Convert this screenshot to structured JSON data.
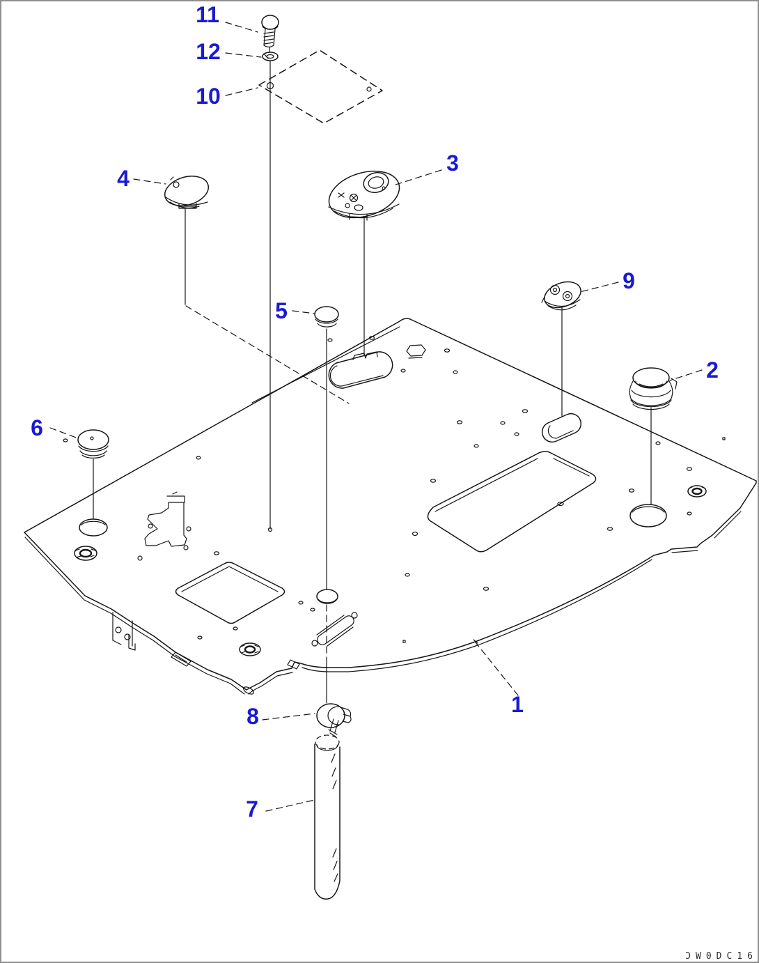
{
  "page": {
    "background": "#ffffff",
    "frame_color": "#8f8f8f"
  },
  "drawing": {
    "type": "exploded-parts-diagram",
    "line_color": "#161616",
    "label_color": "#1a1ad1",
    "code_text": "ƆW0DC16",
    "callouts": [
      {
        "label": "1"
      },
      {
        "label": "2"
      },
      {
        "label": "3"
      },
      {
        "label": "4"
      },
      {
        "label": "5"
      },
      {
        "label": "6"
      },
      {
        "label": "7"
      },
      {
        "label": "8"
      },
      {
        "label": "9"
      },
      {
        "label": "10"
      },
      {
        "label": "11"
      },
      {
        "label": "12"
      }
    ]
  }
}
